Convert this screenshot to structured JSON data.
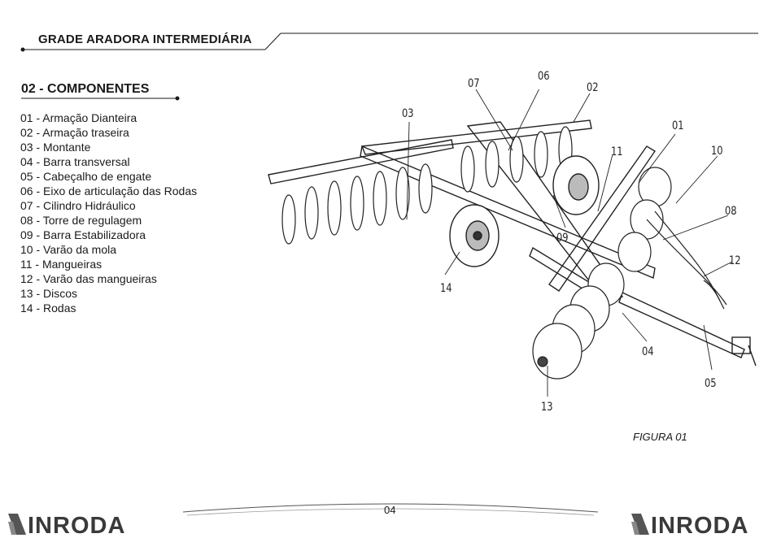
{
  "header": {
    "title": "GRADE ARADORA INTERMEDIÁRIA"
  },
  "section": {
    "title": "02 - COMPONENTES"
  },
  "components": [
    "01 - Armação Dianteira",
    "02 - Armação traseira",
    "03 - Montante",
    "04 - Barra transversal",
    "05 - Cabeçalho de engate",
    "06 - Eixo de articulação das Rodas",
    "07 - Cilindro Hidráulico",
    "08 - Torre de regulagem",
    "09 - Barra Estabilizadora",
    "10 - Varão da mola",
    "11 - Mangueiras",
    "12 - Varão das mangueiras",
    "13 - Discos",
    "14 - Rodas"
  ],
  "callouts": {
    "c01": "01",
    "c02": "02",
    "c03": "03",
    "c04": "04",
    "c05": "05",
    "c06": "06",
    "c07": "07",
    "c08": "08",
    "c09": "09",
    "c10": "10",
    "c11": "11",
    "c12": "12",
    "c13": "13",
    "c14": "14"
  },
  "figure": {
    "caption": "FIGURA 01"
  },
  "footer": {
    "page_number": "04",
    "logo_left": "INRODA",
    "logo_right": "INRODA"
  }
}
